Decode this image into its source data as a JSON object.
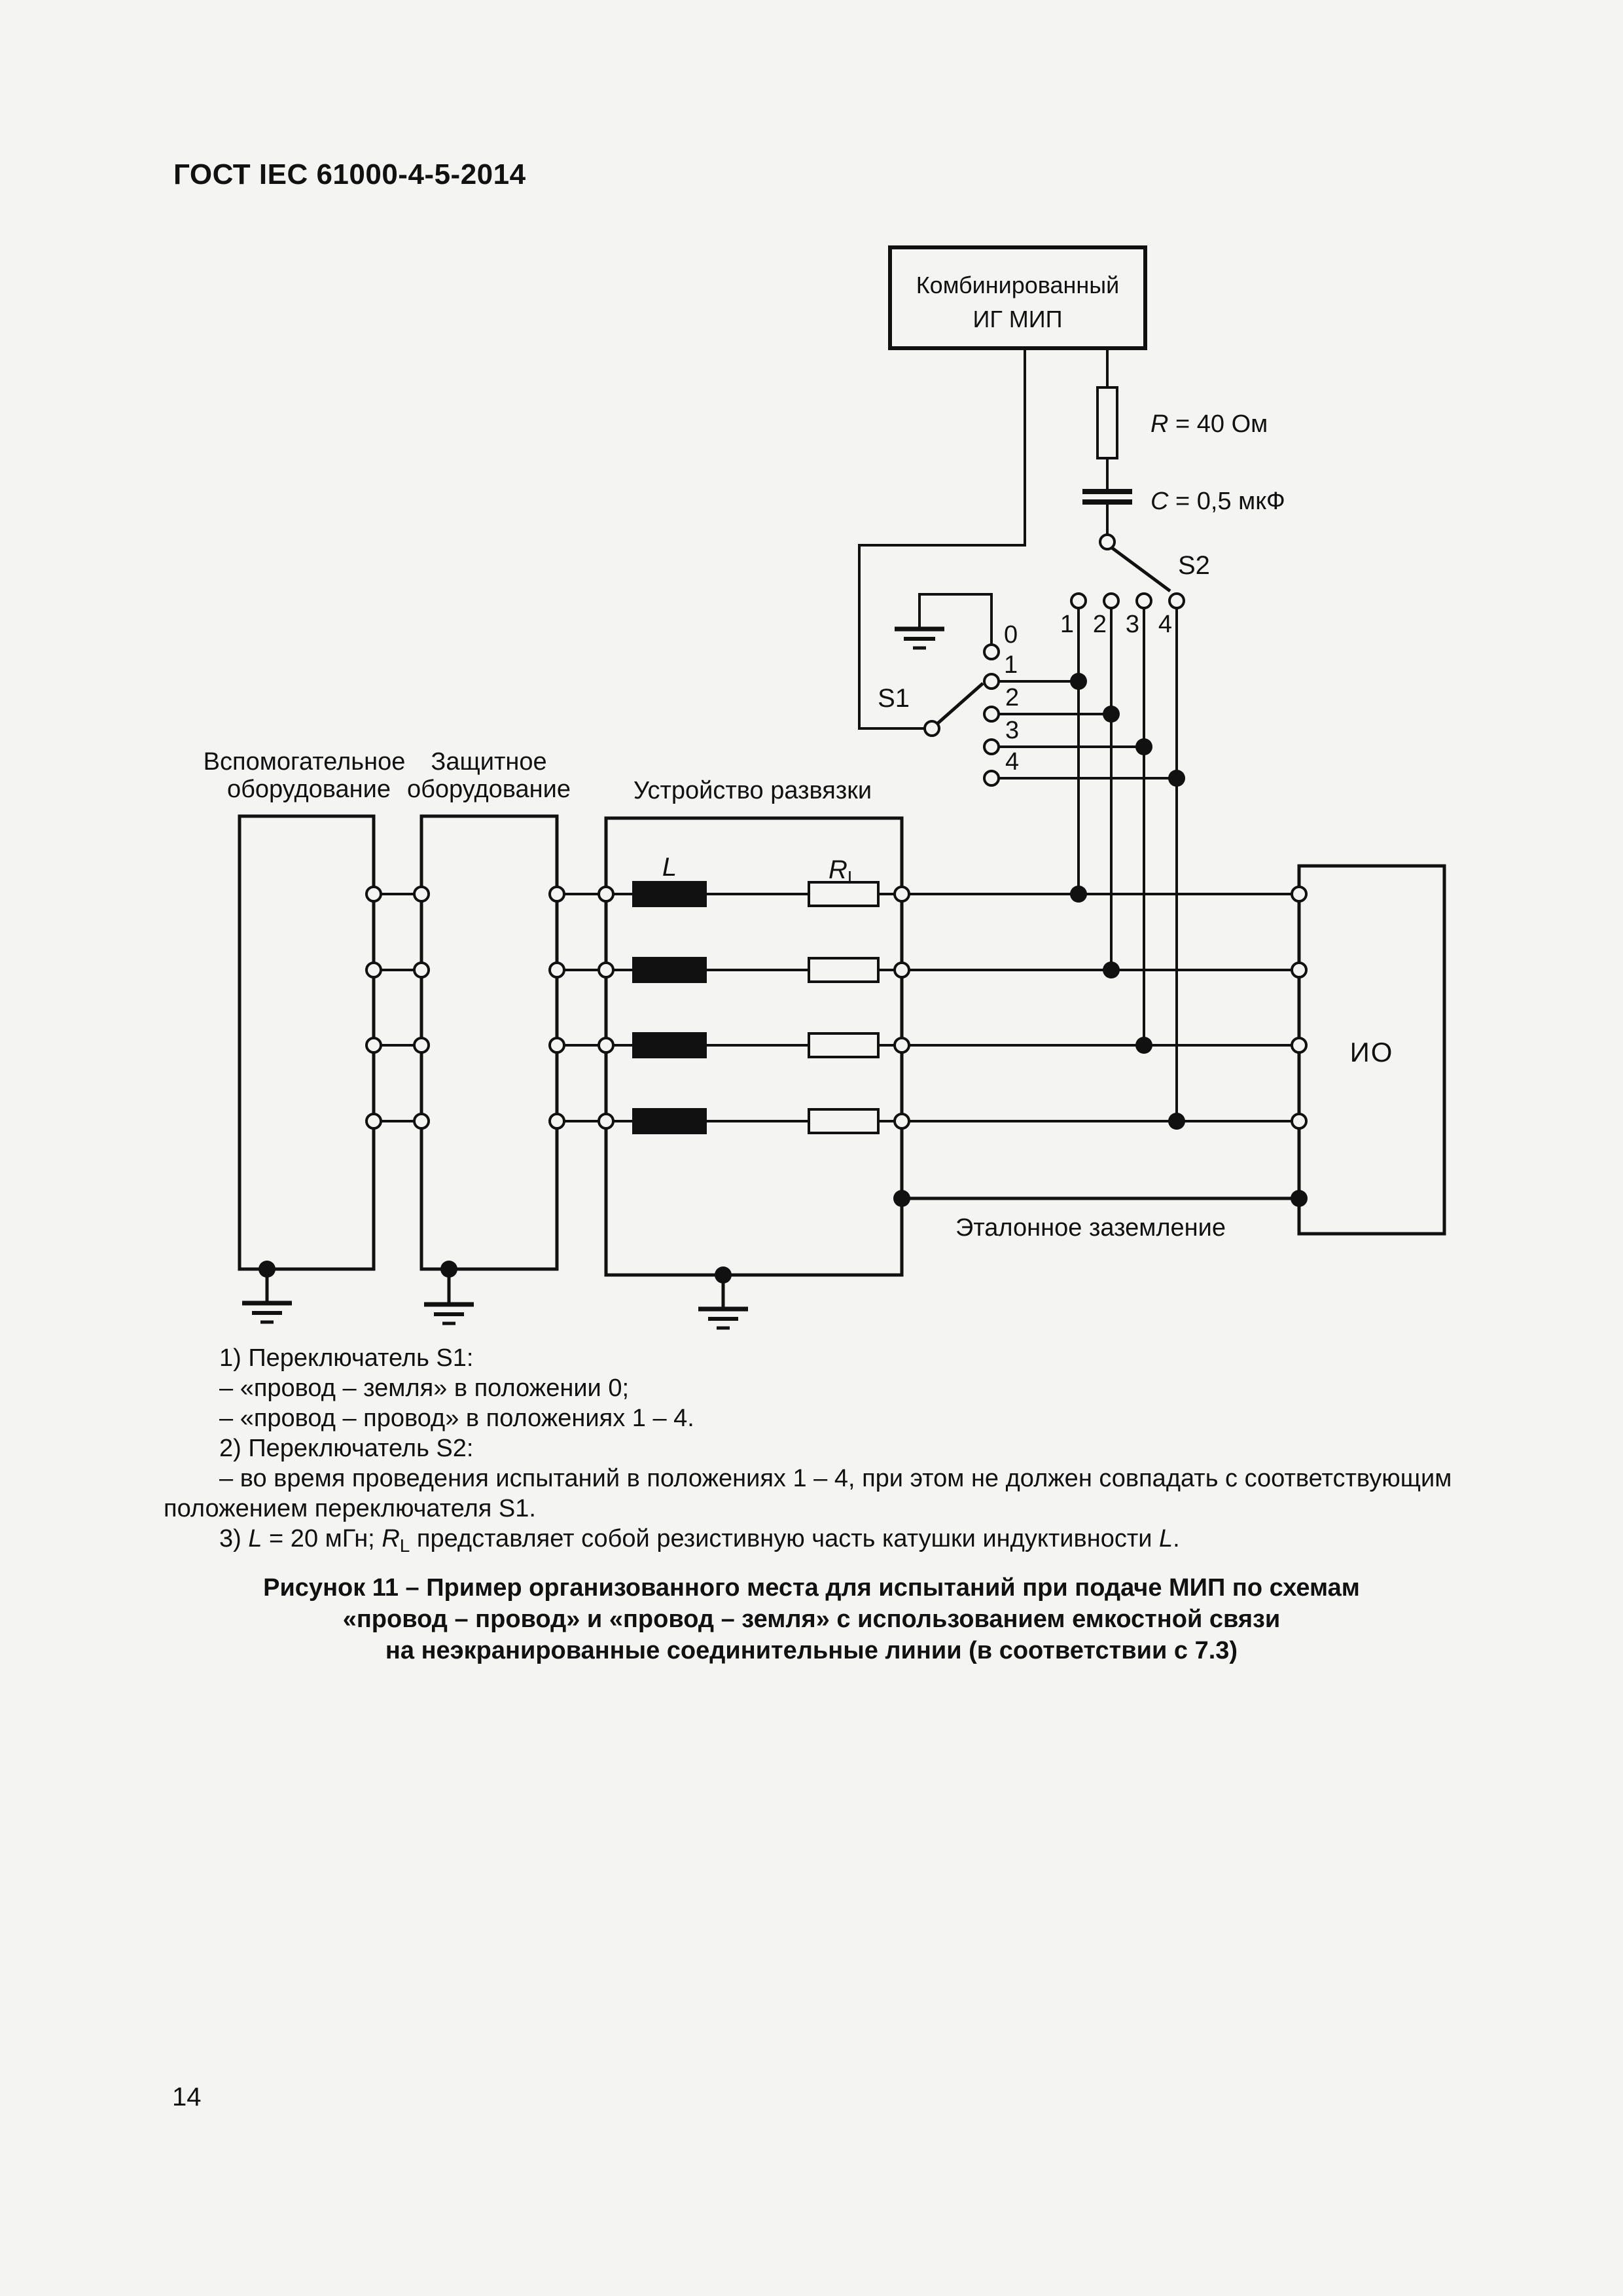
{
  "page": {
    "header": "ГОСТ IEC 61000-4-5-2014",
    "page_number": "14"
  },
  "colors": {
    "ink": "#111111",
    "paper": "#f4f4f3"
  },
  "diagram": {
    "generator": {
      "line1": "Комбинированный",
      "line2": "ИГ МИП"
    },
    "resistor": {
      "sym": "R",
      "value": " = 40 Ом"
    },
    "capacitor": {
      "sym": "C",
      "value": " = 0,5 мкФ"
    },
    "switch_s2": {
      "label": "S2",
      "positions": [
        "1",
        "2",
        "3",
        "4"
      ]
    },
    "switch_s1": {
      "label": "S1",
      "positions": [
        "0",
        "1",
        "2",
        "3",
        "4"
      ]
    },
    "boxes": {
      "aux": {
        "line1": "Вспомогательное",
        "line2": "оборудование"
      },
      "protective": {
        "line1": "Защитное",
        "line2": "оборудование"
      },
      "decoupling": {
        "label": "Устройство развязки"
      },
      "eut": {
        "label": "ИО"
      }
    },
    "inductor_label": "L",
    "rl_label": {
      "main": "R",
      "sub": "L"
    },
    "ground_label": "Эталонное заземление"
  },
  "notes": {
    "n1": "1) Переключатель S1:",
    "n1a": "– «провод – земля» в положении 0;",
    "n1b": "– «провод – провод» в положениях 1 – 4.",
    "n2": "2) Переключатель S2:",
    "n2a": "– во время проведения испытаний в положениях 1 – 4, при этом не должен совпадать с соответствующим",
    "n2b": "положением переключателя S1.",
    "n3": {
      "p1": "3) ",
      "i1": "L",
      "p2": " = 20 мГн; ",
      "i2": "R",
      "s1": "L",
      "p3": " представляет собой резистивную часть катушки индуктивности ",
      "i3": "L",
      "p4": "."
    }
  },
  "caption": {
    "line1": "Рисунок 11 – Пример организованного места для испытаний при подаче МИП по схемам",
    "line2": "«провод – провод» и «провод – земля» с использованием емкостной связи",
    "line3": "на неэкранированные соединительные линии (в соответствии с 7.3)"
  }
}
